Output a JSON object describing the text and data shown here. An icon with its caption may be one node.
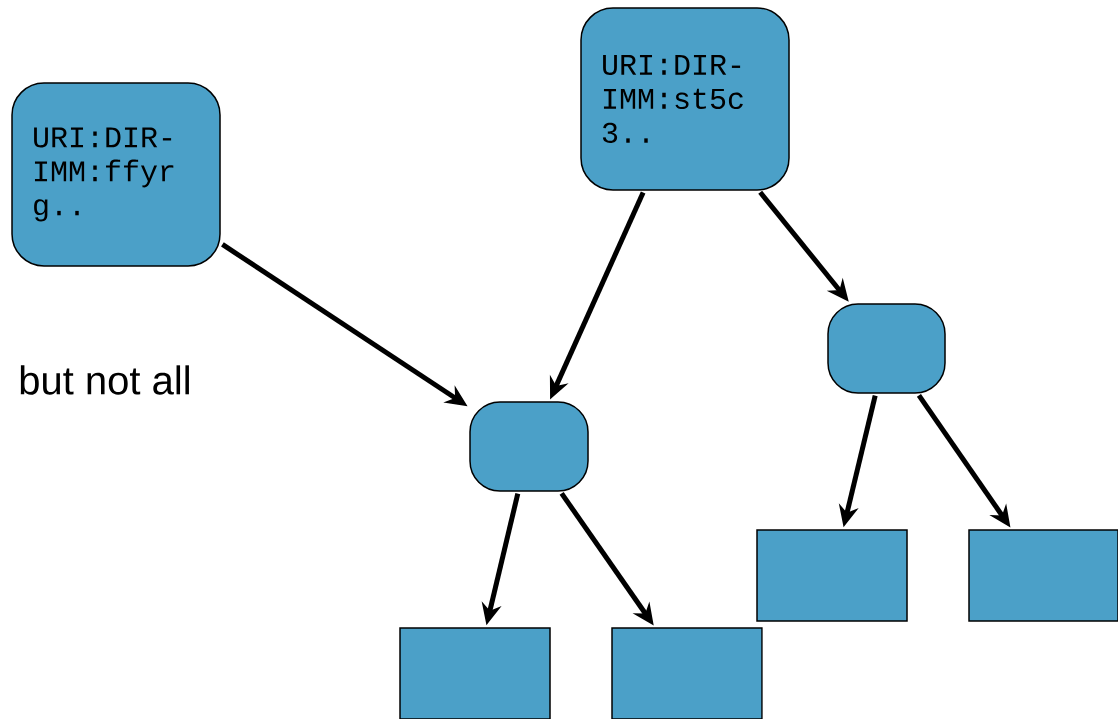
{
  "diagram": {
    "nodes": [
      {
        "text": [
          "URI:DIR- IMM:ffyr g.."
        ]
      },
      {
        "text": [
          "URI:DIR- IMM:st5c 3.."
        ]
      },
      {
        "text": [],
        "shape": "box"
      },
      {
        "text": [],
        "shape": "box"
      },
      {
        "text": [],
        "shape": "box"
      },
      {
        "text": [],
        "shape": "box"
      },
      {
        "text": [],
        "shape": "box"
      },
      {
        "text": [],
        "shape": "box"
      }
    ],
    "edges": [
      {
        "from": 0,
        "to": 2,
        "arrow": "to"
      },
      {
        "from": 1,
        "to": 2,
        "arrow": "to"
      },
      {
        "from": 1,
        "to": 3,
        "arrow": "to"
      },
      {
        "from": 2,
        "to": 4,
        "arrow": "to"
      },
      {
        "from": 2,
        "to": 5,
        "arrow": "to"
      },
      {
        "from": 3,
        "to": 6,
        "arrow": "to"
      },
      {
        "from": 3,
        "to": 7,
        "arrow": "to"
      }
    ],
    "labels": [
      "but not all"
    ]
  }
}
